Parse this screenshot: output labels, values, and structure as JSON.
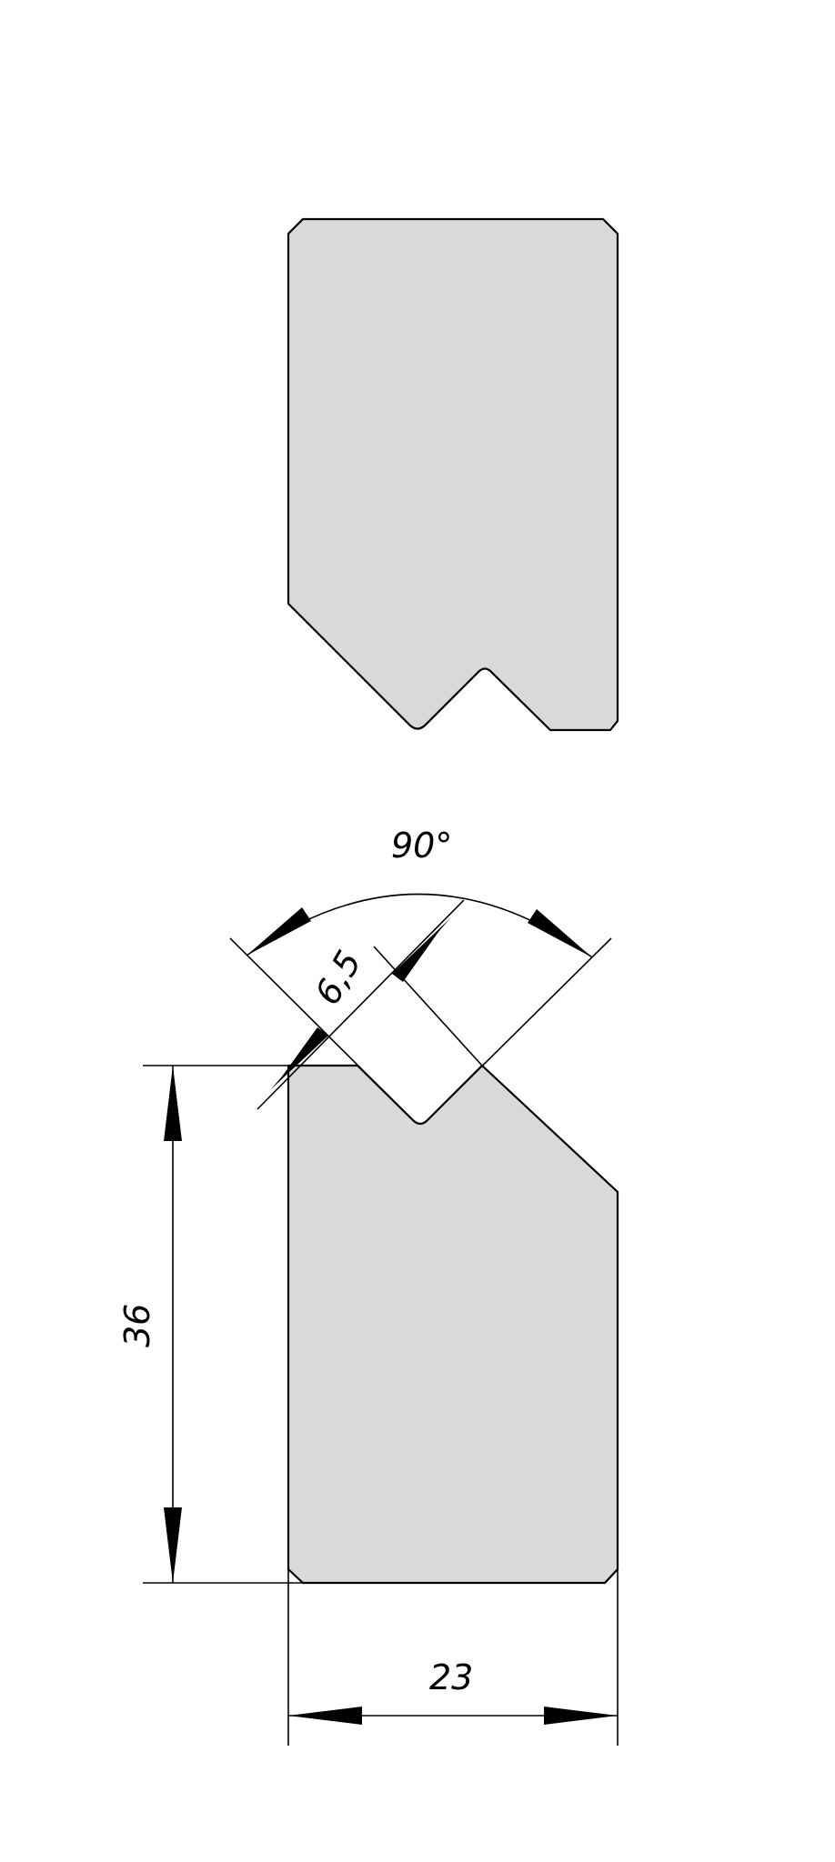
{
  "drawing": {
    "dimensions": {
      "angle": "90°",
      "depth": "6,5",
      "height": "36",
      "width": "23"
    },
    "colors": {
      "part_fill": "#d9d9d9",
      "line": "#000000",
      "background": "#ffffff"
    }
  }
}
